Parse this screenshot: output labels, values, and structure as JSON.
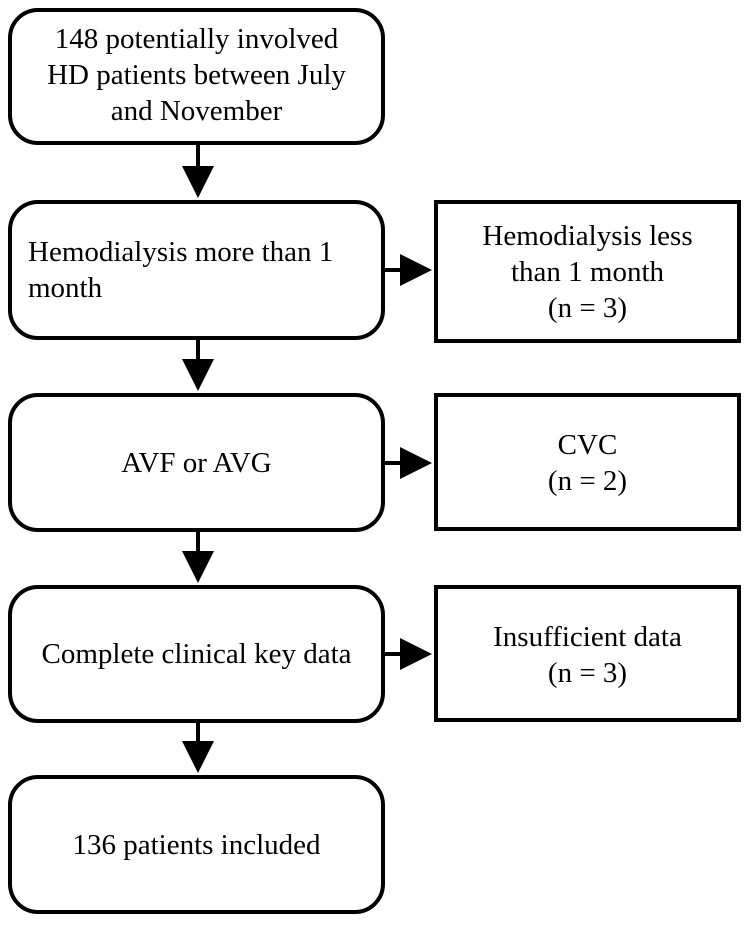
{
  "flow": {
    "start": {
      "line1": "148 potentially involved",
      "line2": "HD patients between July",
      "line3": "and November"
    },
    "hemodialysis": {
      "line1": "Hemodialysis more than 1",
      "line2": "month"
    },
    "access": {
      "label": "AVF or AVG"
    },
    "clinical": {
      "label": "Complete clinical key data"
    },
    "included": {
      "label": "136 patients included"
    }
  },
  "exclusions": {
    "hemodialysis_short": {
      "line1": "Hemodialysis less",
      "line2": "than 1 month",
      "count": "(n = 3)"
    },
    "cvc": {
      "label": "CVC",
      "count": "(n = 2)"
    },
    "insufficient": {
      "label": "Insufficient data",
      "count": "(n = 3)"
    }
  },
  "colors": {
    "stroke": "#000000",
    "background": "#ffffff"
  }
}
